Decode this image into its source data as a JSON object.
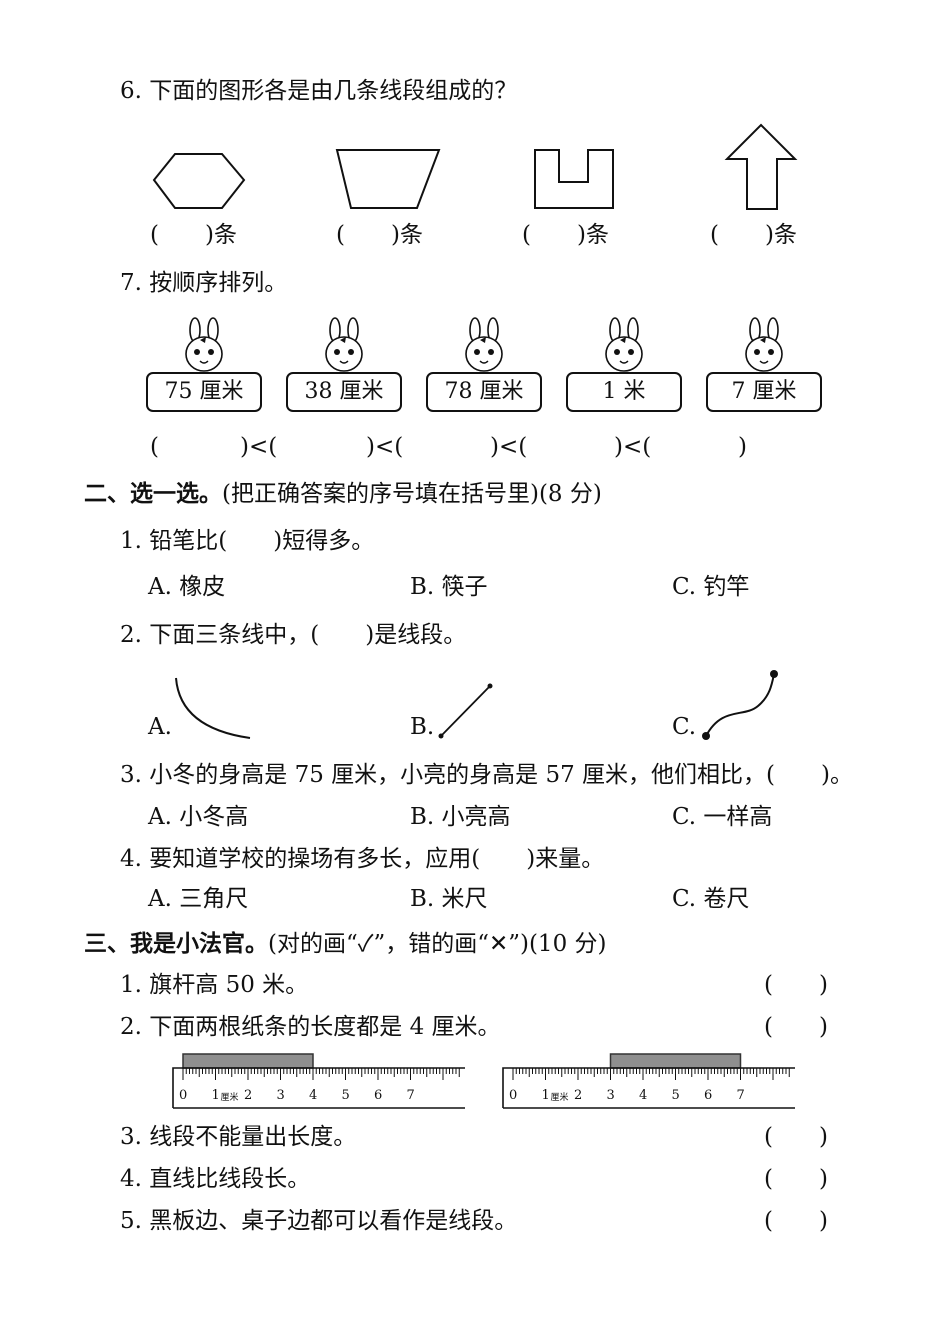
{
  "q6": {
    "title": "6. 下面的图形各是由几条线段组成的？",
    "blanks": [
      "(　　)条",
      "(　　)条",
      "(　　)条",
      "(　　)条"
    ]
  },
  "q7": {
    "title": "7. 按顺序排列。",
    "items": [
      "75 厘米",
      "38 厘米",
      "78 厘米",
      "1 米",
      "7 厘米"
    ],
    "slots": [
      "(",
      ")<(",
      ")<(",
      ")<(",
      ")<(",
      ")"
    ]
  },
  "section2": {
    "heading": "二、选一选。",
    "note": "(把正确答案的序号填在括号里)(8 分)",
    "questions": [
      {
        "q": "1. 铅笔比(　　)短得多。",
        "options": [
          "A. 橡皮",
          "B. 筷子",
          "C. 钓竿"
        ]
      },
      {
        "q": "2. 下面三条线中，(　　)是线段。",
        "options": [
          "A.",
          "B.",
          "C."
        ]
      },
      {
        "q": "3. 小冬的身高是 75 厘米，小亮的身高是 57 厘米，他们相比，(　　)。",
        "options": [
          "A. 小冬高",
          "B. 小亮高",
          "C. 一样高"
        ]
      },
      {
        "q": "4. 要知道学校的操场有多长，应用(　　)来量。",
        "options": [
          "A. 三角尺",
          "B. 米尺",
          "C.  卷尺"
        ]
      }
    ]
  },
  "section3": {
    "heading": "三、我是小法官。",
    "note": "(对的画“✓”，错的画“✕”)(10 分)",
    "items": [
      {
        "text": "1. 旗杆高 50 米。",
        "blank": "(　　)"
      },
      {
        "text": "2. 下面两根纸条的长度都是 4 厘米。",
        "blank": "(　　)"
      },
      {
        "text": "3. 线段不能量出长度。",
        "blank": "(　　)"
      },
      {
        "text": "4. 直线比线段长。",
        "blank": "(　　)"
      },
      {
        "text": "5. 黑板边、桌子边都可以看作是线段。",
        "blank": "(　　)"
      }
    ],
    "ruler_labels": [
      "0",
      "1",
      "厘米",
      "2",
      "3",
      "4",
      "5",
      "6",
      "7"
    ],
    "strips_cm": [
      [
        0,
        4
      ],
      [
        3,
        7
      ]
    ]
  }
}
